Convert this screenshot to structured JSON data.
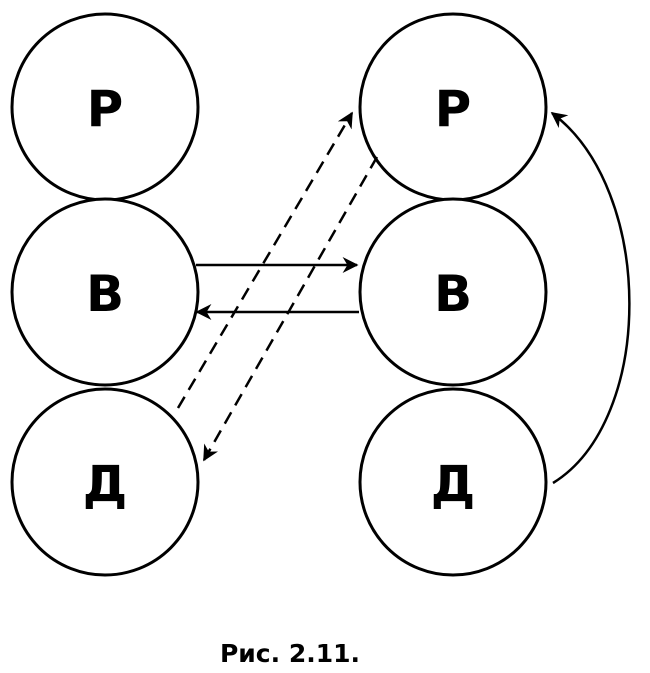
{
  "left_column": {
    "top_label": "Р",
    "middle_label": "В",
    "bottom_label": "Д"
  },
  "right_column": {
    "top_label": "Р",
    "middle_label": "В",
    "bottom_label": "Д"
  },
  "caption": "Рис. 2.11."
}
